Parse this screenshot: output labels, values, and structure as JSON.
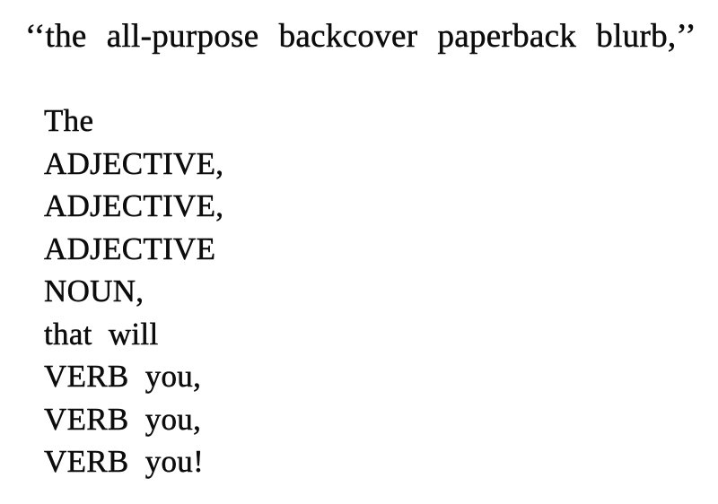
{
  "blurb": {
    "header": "‘‘the all-purpose backcover paperback blurb,’’",
    "lines": [
      "The",
      "ADJECTIVE,",
      "ADJECTIVE,",
      "ADJECTIVE",
      "NOUN,",
      "that will",
      "VERB you,",
      "VERB you,",
      "VERB you!"
    ]
  }
}
